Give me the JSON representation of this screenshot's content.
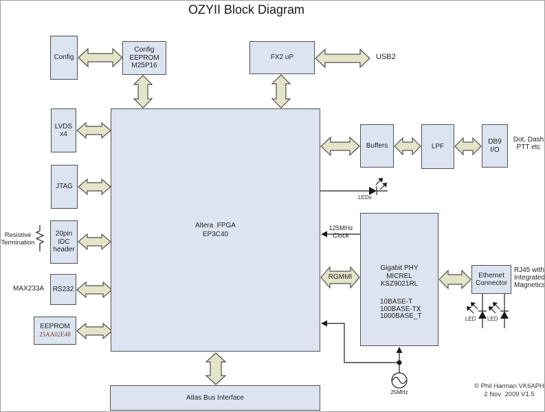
{
  "title": "OZYII Block Diagram",
  "colors": {
    "box_fill": "#dce4f1",
    "arrow_fill": "#e3e5c9",
    "box_border": "#4f4f4f"
  },
  "boxes": {
    "config": {
      "label": "Config"
    },
    "config_eeprom": {
      "line1": "Config",
      "line2": "EEPROM",
      "line3": "M25P16"
    },
    "fx2": {
      "label": "FX2 uP"
    },
    "fpga": {
      "line1": "Altera  FPGA",
      "line2": "EP3C40"
    },
    "lvds": {
      "line1": "LVDS",
      "line2": "x4"
    },
    "jtag": {
      "label": "JTAG"
    },
    "idc_header": {
      "line1": "20pin",
      "line2": "IDC",
      "line3": "header"
    },
    "rs232": {
      "label": "RS232"
    },
    "eeprom": {
      "line1": "EEPROM",
      "line2": "25AA02E48"
    },
    "buffers": {
      "label": "Buffers"
    },
    "lpf": {
      "label": "LPF"
    },
    "db9": {
      "line1": "DB9",
      "line2": "I/O"
    },
    "phy": {
      "line1": "Gigabit PHY",
      "line2": "MICREL",
      "line3": "KSZ9021RL",
      "line4": "10BASE-T",
      "line5": "100BASE-TX",
      "line6": "1000BASE_T"
    },
    "ethernet": {
      "line1": "Ethernet",
      "line2": "Connector"
    },
    "atlas": {
      "label": "Atlas Bus Interface"
    }
  },
  "labels": {
    "usb2": "USB2",
    "dot_dash": {
      "line1": "Dot, Dash",
      "line2": "PTT etc"
    },
    "rj45": {
      "line1": "RJ45 with",
      "line2": "Integrated",
      "line3": "Magnetics"
    },
    "resistive_termination": {
      "line1": "Resistive",
      "line2": "Termination"
    },
    "max233a": "MAX233A",
    "leds": "LEDs",
    "led_left": "LED",
    "led_right": "LED",
    "clock": {
      "line1": "125MHz",
      "line2": "Clock"
    },
    "rgmmi": "RGMMI",
    "oscillator": "25MHz",
    "copyright_line1": "© Phil Harman VK6APH",
    "copyright_line2": "2 Nov  2009 V1.5"
  }
}
